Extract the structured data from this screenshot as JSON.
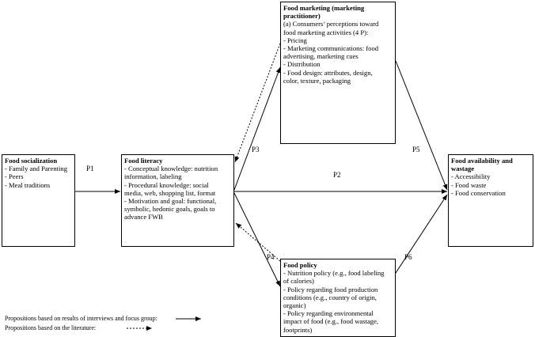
{
  "boxes": {
    "socialization": {
      "title": "Food socialization",
      "lines": [
        "- Family and Parenting",
        "- Peers",
        "- Meal traditions"
      ]
    },
    "literacy": {
      "title": "Food literacy",
      "lines": [
        "- Conceptual knowledge: nutrition",
        "information, labeling",
        "- Procedural knowledge: social",
        "media, web, shopping list, format",
        "- Motivation and goal: functional,",
        "symbolic, hedonic goals, goals to",
        "advance FWB"
      ]
    },
    "marketing": {
      "title_lines": [
        "Food marketing (marketing",
        "practitioner)"
      ],
      "lines": [
        "(a) Consumers’ perceptions toward",
        "food marketing activities (4 P):",
        "- Pricing",
        "- Marketing communications: food",
        "advertising, marketing cues",
        "- Distribution",
        "- Food design: attributes, design,",
        "color, texture, packaging"
      ]
    },
    "policy": {
      "title": "Food policy",
      "lines": [
        "- Nutrition policy (e.g., food labeling",
        "of calories)",
        "- Policy regarding food production",
        "conditions (e.g., country of origin,",
        "organic)",
        "- Policy regarding environmental",
        "impact of food (e.g., food wastage,",
        "footprints)"
      ]
    },
    "availability": {
      "title_lines": [
        "Food availability and",
        "wastage"
      ],
      "lines": [
        "- Accessibility",
        "- Food waste",
        "- Food conservation"
      ]
    }
  },
  "propositions": {
    "p1": "P1",
    "p2": "P2",
    "p3": "P3",
    "p4": "P4",
    "p5": "P5",
    "p6": "P6"
  },
  "legend": {
    "solid": "Propositions based on results of interviews and focus group:",
    "dashed": "Propositions based on the literature:"
  },
  "colors": {
    "line": "#000000",
    "background": "#ffffff"
  }
}
